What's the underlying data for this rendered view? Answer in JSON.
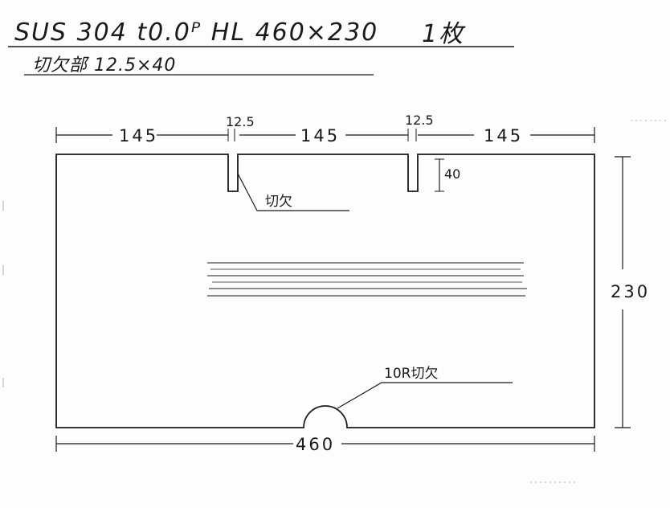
{
  "header": {
    "spec": "SUS 304 t0.0ᴾ HL 460×230",
    "quantity": "1枚",
    "cut_spec": "切欠部 12.5×40"
  },
  "dimensions": {
    "left_segment": "145",
    "middle_segment": "145",
    "right_segment": "145",
    "notch_width_left": "12.5",
    "notch_width_right": "12.5",
    "notch_depth": "40",
    "height": "230",
    "width": "460"
  },
  "labels": {
    "notch": "切欠",
    "radius_cut": "10R切欠"
  },
  "colors": {
    "ink": "#1a1a1a",
    "paper": "#fdfdfb"
  }
}
